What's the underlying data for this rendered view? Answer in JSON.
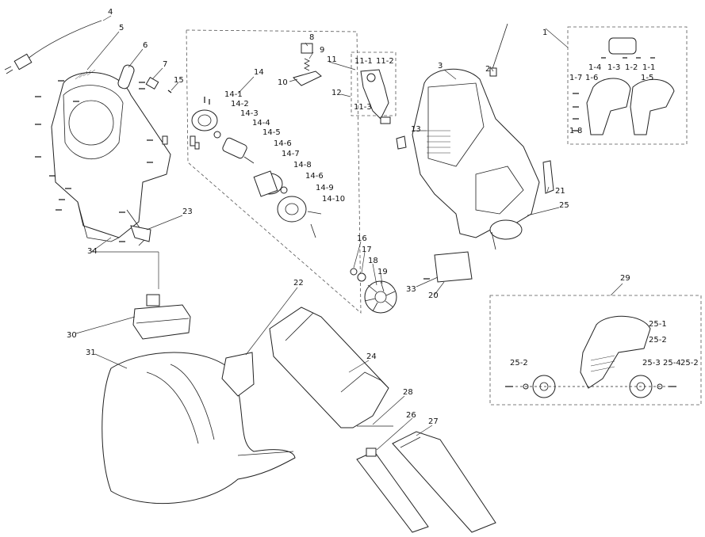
{
  "callouts": {
    "c1": "1",
    "c1_1": "1-1",
    "c1_2": "1-2",
    "c1_3": "1-3",
    "c1_4": "1-4",
    "c1_5": "1-5",
    "c1_6": "1-6",
    "c1_7": "1-7",
    "c1_8": "1-8",
    "c2": "2",
    "c3": "3",
    "c4": "4",
    "c5": "5",
    "c6": "6",
    "c7": "7",
    "c8": "8",
    "c9": "9",
    "c10": "10",
    "c11": "11",
    "c11_1": "11-1",
    "c11_2": "11-2",
    "c11_3": "11-3",
    "c12": "12",
    "c13": "13",
    "c14": "14",
    "c14_1": "14-1",
    "c14_2": "14-2",
    "c14_3": "14-3",
    "c14_4": "14-4",
    "c14_5": "14-5",
    "c14_6a": "14-6",
    "c14_7": "14-7",
    "c14_8": "14-8",
    "c14_6b": "14-6",
    "c14_9": "14-9",
    "c14_10": "14-10",
    "c15": "15",
    "c16": "16",
    "c17": "17",
    "c18": "18",
    "c19": "19",
    "c20": "20",
    "c21": "21",
    "c22": "22",
    "c23": "23",
    "c24": "24",
    "c25": "25",
    "c25_1": "25-1",
    "c25_2a": "25-2",
    "c25_2b": "25-2",
    "c25_2c": "25-2",
    "c25_3": "25-3",
    "c25_4": "25-4",
    "c26": "26",
    "c27": "27",
    "c28": "28",
    "c29": "29",
    "c30": "30",
    "c31": "31",
    "c33": "33",
    "c34": "34"
  }
}
